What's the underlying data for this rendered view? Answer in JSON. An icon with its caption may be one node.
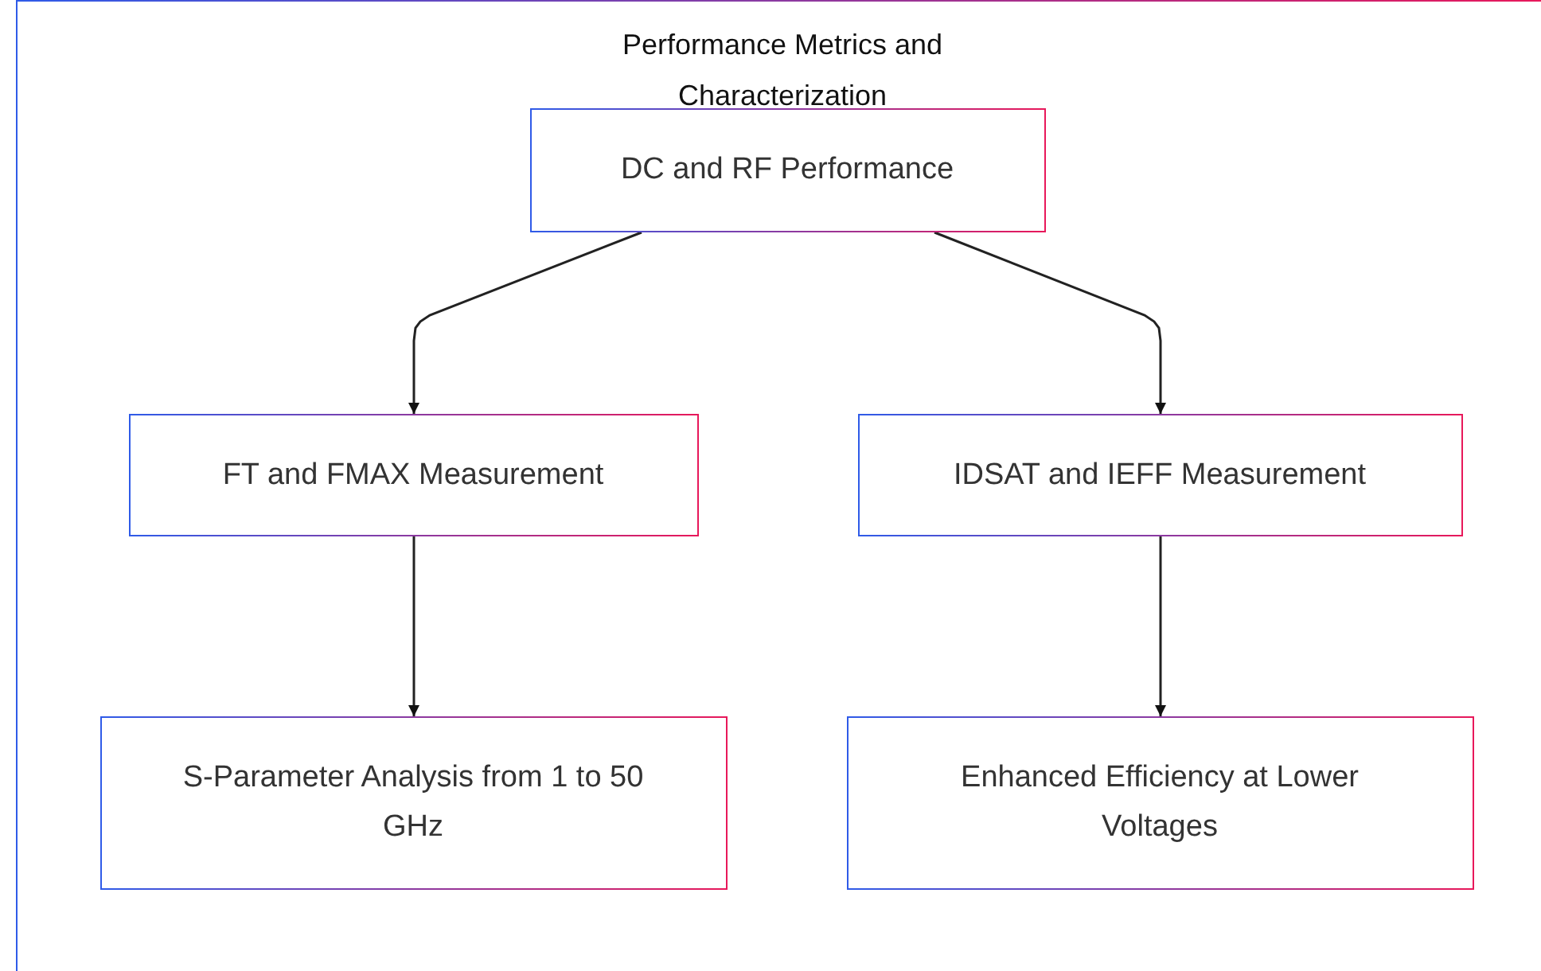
{
  "diagram": {
    "nodes": [
      {
        "text": [
          "Performance Metrics and Characterization"
        ]
      },
      {
        "text": [
          "DC and RF Performance"
        ],
        "in": 0
      },
      {
        "text": [
          "FT and FMAX Measurement"
        ],
        "in": 0
      },
      {
        "text": [
          "IDSAT and IEFF Measurement"
        ],
        "in": 0
      },
      {
        "text": [
          "S-Parameter Analysis from 1 to 50 GHz"
        ],
        "in": 0
      },
      {
        "text": [
          "Enhanced Efficiency at Lower Voltages"
        ],
        "in": 0
      }
    ],
    "edges": [
      {
        "from": 1,
        "to": 2,
        "arrow": "to"
      },
      {
        "from": 1,
        "to": 3,
        "arrow": "to"
      },
      {
        "from": 2,
        "to": 4,
        "arrow": "to"
      },
      {
        "from": 3,
        "to": 5,
        "arrow": "to"
      }
    ]
  }
}
